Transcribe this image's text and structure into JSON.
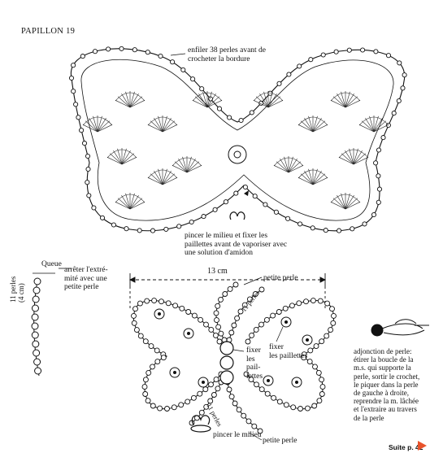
{
  "title": "PAPILLON 19",
  "top_note": "enfiler 38 perles avant de\ncrocheter la bordure",
  "middle_note": "pincer le milieu et fixer les\npaillettes avant de vaporiser avec\nune solution d'amidon",
  "queue_label": "Queue",
  "queue_note": "arrêter l'extré-\nmité avec une\npetite perle",
  "bead_count_label": "11 perles\n(4 cm)",
  "width_label": "13 cm",
  "petite_perle_top": "petite perle",
  "antenna_top_label": "11 perles",
  "fixer_left": "fixer\nles\npail-\nlettes",
  "fixer_right": "fixer\nles paillettes",
  "antenna_bottom_label": "11 perles",
  "pincer_bottom": "pincer le milieu",
  "petite_perle_bottom": "petite perle",
  "adjonction_text": "adjonction de perle:\nétirer la boucle de la\nm.s. qui supporte la\nperle, sortir le crochet,\nle piquer dans la perle\nde gauche à droite,\nreprendre la m. lâchée\net l'extraire au travers\nde la perle",
  "page_link": "Suite p. 42",
  "colors": {
    "ink": "#111111",
    "arrow": "#e8532b",
    "background": "#ffffff"
  }
}
